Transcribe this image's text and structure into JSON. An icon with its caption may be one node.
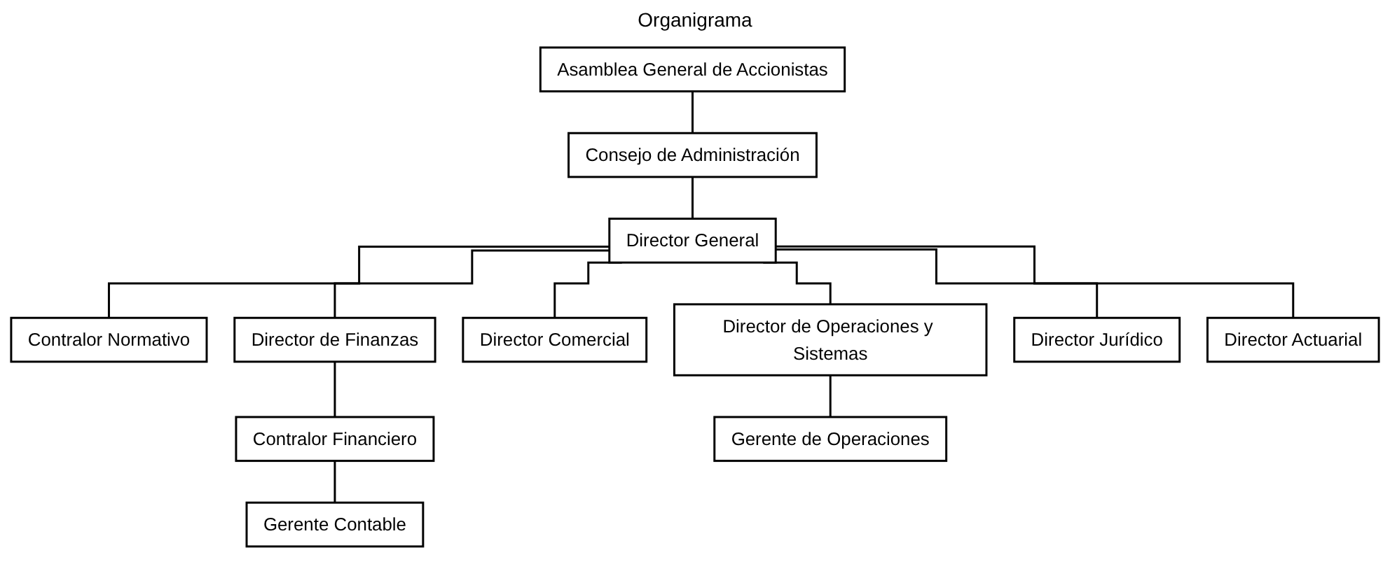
{
  "diagram": {
    "title": "Organigrama",
    "nodes": [
      {
        "text": [
          "Asamblea General de Accionistas"
        ]
      },
      {
        "text": [
          "Consejo de Administración"
        ]
      },
      {
        "text": [
          "Director General"
        ]
      },
      {
        "text": [
          "Contralor Normativo"
        ]
      },
      {
        "text": [
          "Director de Finanzas"
        ]
      },
      {
        "text": [
          "Director Comercial"
        ]
      },
      {
        "text": [
          "Director de Operaciones y Sistemas"
        ]
      },
      {
        "text": [
          "Director Jurídico"
        ]
      },
      {
        "text": [
          "Director Actuarial"
        ]
      },
      {
        "text": [
          "Contralor Financiero"
        ]
      },
      {
        "text": [
          "Gerente de Operaciones"
        ]
      },
      {
        "text": [
          "Gerente Contable"
        ]
      }
    ],
    "edges": [
      {
        "from": 0,
        "to": 1,
        "arrow": "none"
      },
      {
        "from": 1,
        "to": 2,
        "arrow": "none"
      },
      {
        "from": 2,
        "to": 3,
        "arrow": "none"
      },
      {
        "from": 2,
        "to": 4,
        "arrow": "none"
      },
      {
        "from": 2,
        "to": 5,
        "arrow": "none"
      },
      {
        "from": 2,
        "to": 6,
        "arrow": "none"
      },
      {
        "from": 2,
        "to": 7,
        "arrow": "none"
      },
      {
        "from": 2,
        "to": 8,
        "arrow": "none"
      },
      {
        "from": 4,
        "to": 9,
        "arrow": "none"
      },
      {
        "from": 9,
        "to": 11,
        "arrow": "none"
      },
      {
        "from": 6,
        "to": 10,
        "arrow": "none"
      }
    ]
  }
}
